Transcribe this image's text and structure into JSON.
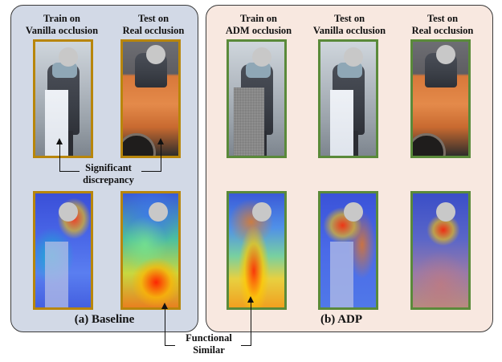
{
  "baseline": {
    "col_titles": [
      "Train on\nVanilla occlusion",
      "Test on\nReal occlusion"
    ],
    "caption": "(a) Baseline",
    "annotation": "Significant\ndiscrepancy"
  },
  "adp": {
    "col_titles": [
      "Train on\nADM occlusion",
      "Test on\nVanilla occlusion",
      "Test on\nReal occlusion"
    ],
    "caption": "(b) ADP"
  },
  "bottom_annotation": "Functional\nSimilar",
  "colors": {
    "baseline_bg": "#d2d9e6",
    "adp_bg": "#f8e8e0",
    "baseline_frame": "#b8860b",
    "adp_frame": "#5a8a3a"
  }
}
